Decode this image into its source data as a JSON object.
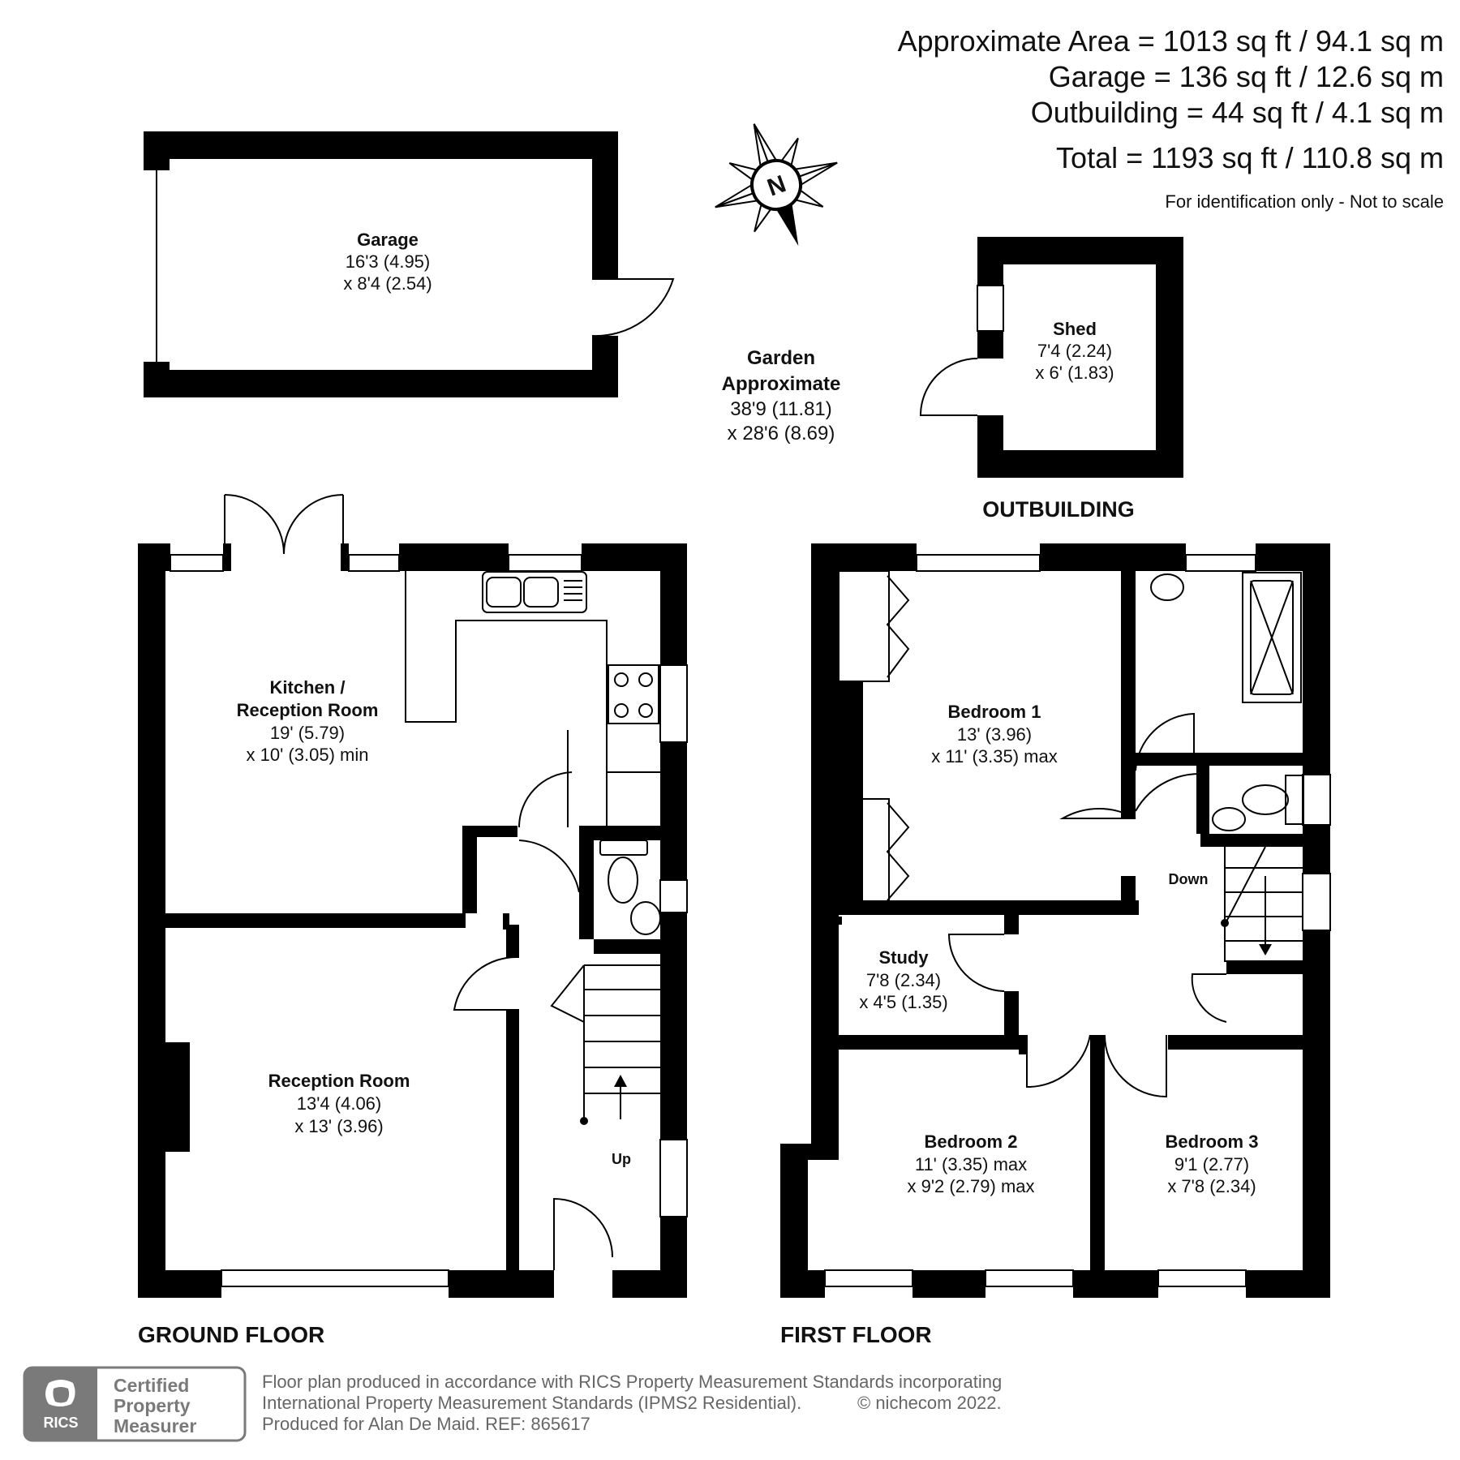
{
  "areas": {
    "approximate": "Approximate Area = 1013 sq ft / 94.1 sq m",
    "garage": "Garage = 136 sq ft / 12.6 sq m",
    "outbuilding": "Outbuilding = 44 sq ft / 4.1 sq m",
    "total": "Total = 1193 sq ft / 110.8 sq m",
    "note": "For identification only - Not to scale"
  },
  "compass": {
    "letter": "N"
  },
  "rooms": {
    "garage": {
      "name": "Garage",
      "dim1": "16'3 (4.95)",
      "dim2": "x 8'4 (2.54)"
    },
    "garden": {
      "name1": "Garden",
      "name2": "Approximate",
      "dim1": "38'9 (11.81)",
      "dim2": "x 28'6 (8.69)"
    },
    "shed": {
      "name": "Shed",
      "dim1": "7'4 (2.24)",
      "dim2": "x 6' (1.83)"
    },
    "kitchen": {
      "name1": "Kitchen /",
      "name2": "Reception Room",
      "dim1": "19' (5.79)",
      "dim2": "x 10' (3.05) min"
    },
    "reception": {
      "name": "Reception Room",
      "dim1": "13'4 (4.06)",
      "dim2": "x 13' (3.96)"
    },
    "bedroom1": {
      "name": "Bedroom 1",
      "dim1": "13' (3.96)",
      "dim2": "x 11' (3.35) max"
    },
    "study": {
      "name": "Study",
      "dim1": "7'8 (2.34)",
      "dim2": "x 4'5 (1.35)"
    },
    "bedroom2": {
      "name": "Bedroom 2",
      "dim1": "11' (3.35) max",
      "dim2": "x 9'2 (2.79) max"
    },
    "bedroom3": {
      "name": "Bedroom 3",
      "dim1": "9'1 (2.77)",
      "dim2": "x 7'8 (2.34)"
    }
  },
  "stairs": {
    "up": "Up",
    "down": "Down"
  },
  "floor_labels": {
    "outbuilding": "OUTBUILDING",
    "ground": "GROUND FLOOR",
    "first": "FIRST FLOOR"
  },
  "badge": {
    "logo": "RICS",
    "line1": "Certified",
    "line2": "Property",
    "line3": "Measurer"
  },
  "footer": {
    "line1": "Floor plan produced in accordance with RICS Property Measurement Standards incorporating",
    "line2": "International Property Measurement Standards (IPMS2 Residential).",
    "copyright": "© nichecom 2022.",
    "line3": "Produced for Alan De Maid.   REF: 865617"
  },
  "colors": {
    "wall": "#000000",
    "text": "#111111",
    "footer": "#666666",
    "badge": "#7a7a7a"
  }
}
